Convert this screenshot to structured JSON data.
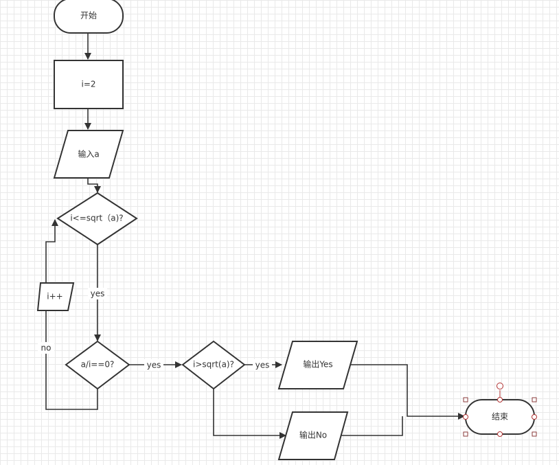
{
  "nodes": {
    "start": "开始",
    "init": "i=2",
    "input": "输入a",
    "cond_loop": "i<=sqrt（a)?",
    "cond_div": "a/i==0?",
    "cond_end": "i>sqrt(a)?",
    "out_yes": "输出Yes",
    "out_no": "输出No",
    "incr": "i++",
    "end": "结束"
  },
  "edges": {
    "loop_yes": "yes",
    "div_no": "no",
    "div_yes": "yes",
    "end_yes": "yes"
  },
  "colors": {
    "stroke": "#333333",
    "grid": "#e9e9e9",
    "selection_handle": "#b03030"
  }
}
